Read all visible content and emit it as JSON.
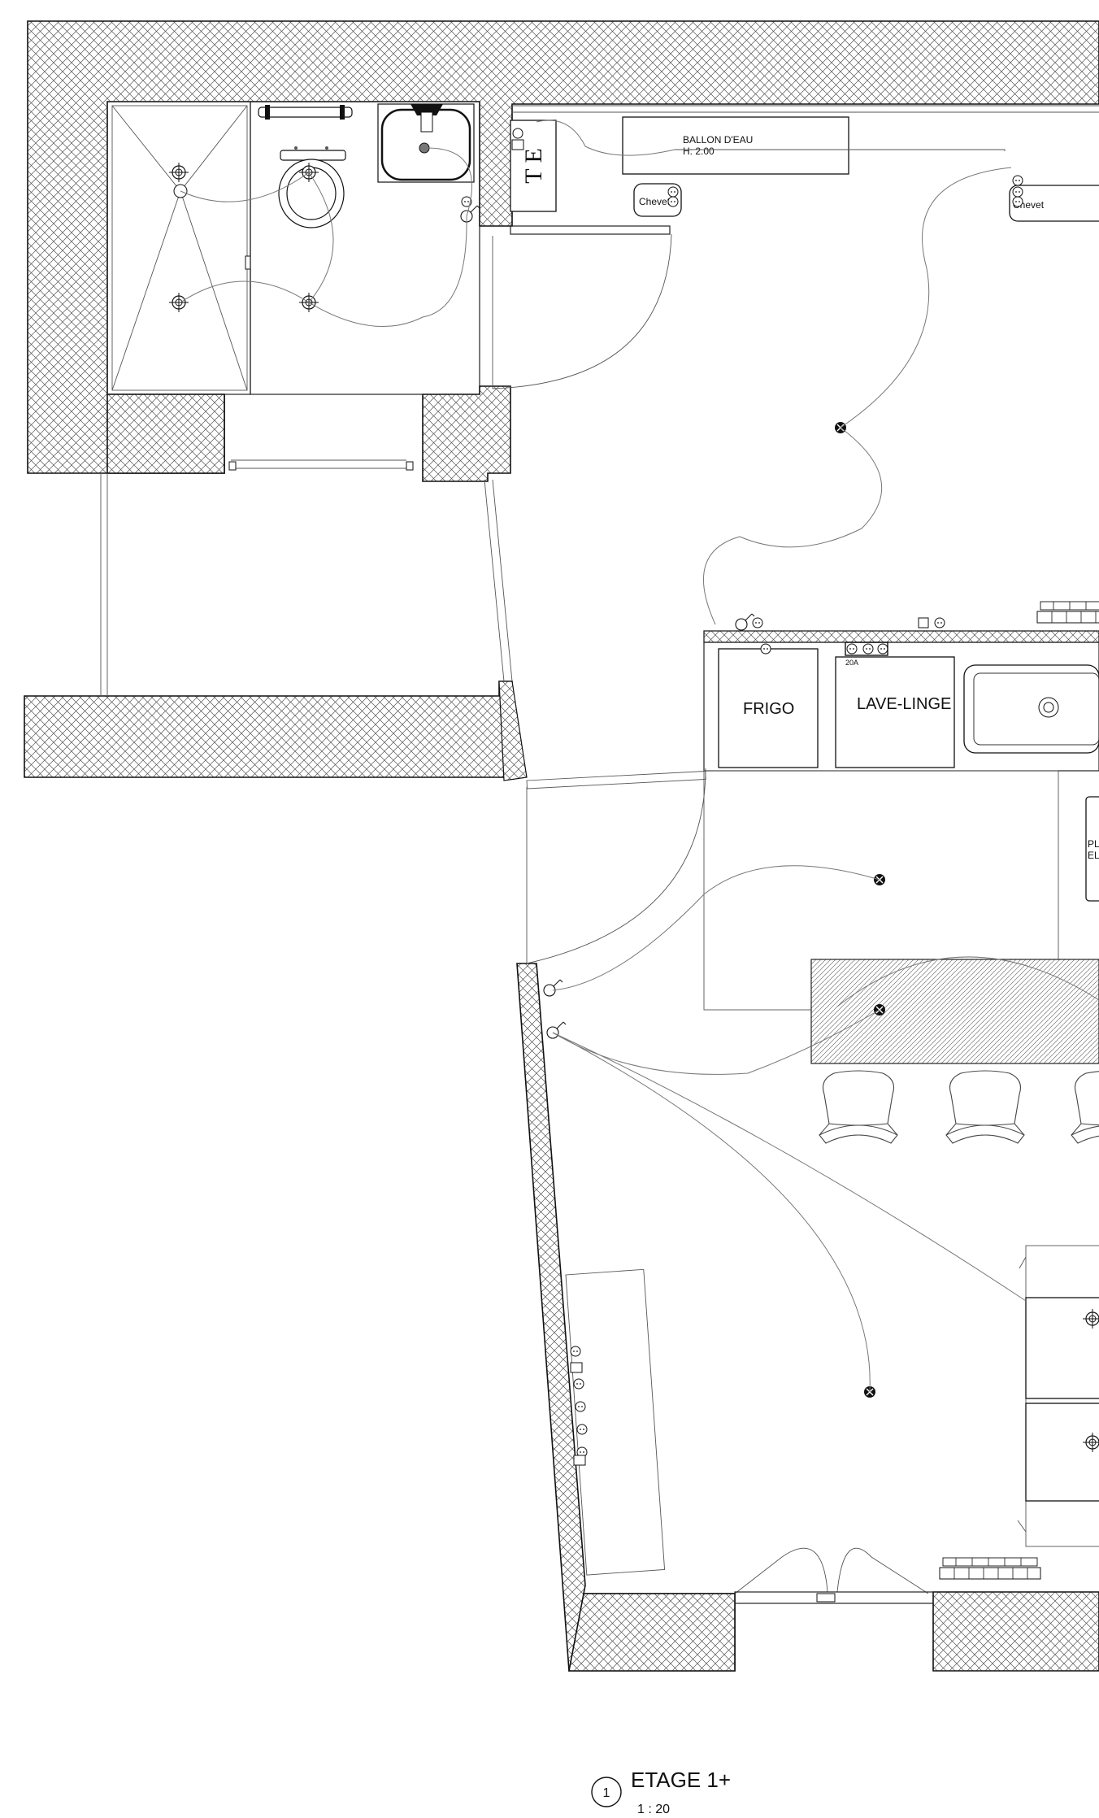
{
  "plan": {
    "labels": {
      "ballon": "BALLON D'EAU",
      "ballon_height": "H: 2.00",
      "te": "T E",
      "chevet_left": "Chevet",
      "chevet_right": "Chevet",
      "frigo": "FRIGO",
      "lave_linge": "LAVE-LINGE",
      "outlet_20a": "20A",
      "plaque_partial_1": "PL",
      "plaque_partial_2": "EL"
    }
  },
  "title_block": {
    "number": "1",
    "title": "ETAGE 1+",
    "scale": "1 : 20"
  },
  "colors": {
    "ink": "#111111",
    "wire": "#777777",
    "background": "#ffffff"
  }
}
